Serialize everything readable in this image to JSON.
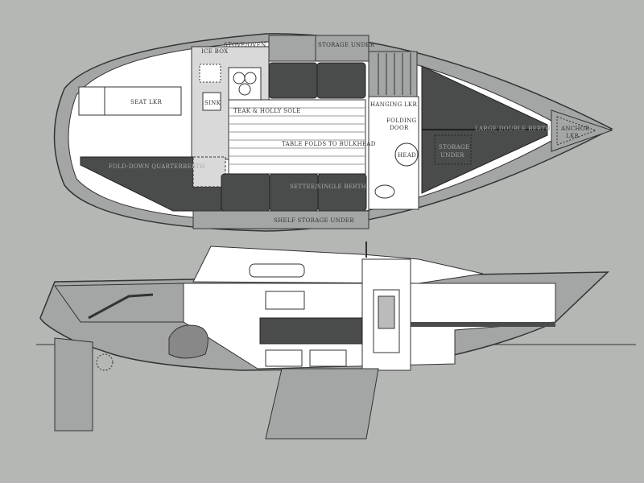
{
  "plan_view": {
    "labels": {
      "stove_oven": "STOVE/OVEN",
      "ice_box": "ICE BOX",
      "storage_under_top": "STORAGE UNDER",
      "seat_lkr": "SEAT LKR",
      "sink": "SINK",
      "teak_holly_sole": "TEAK & HOLLY SOLE",
      "hanging_lkr": "HANGING LKR",
      "folding_door_1": "FOLDING",
      "folding_door_2": "DOOR",
      "table_folds": "TABLE FOLDS TO BULKHEAD",
      "head": "HEAD",
      "double_berth": "LARGE DOUBLE BERTH",
      "storage_under_fwd_1": "STORAGE",
      "storage_under_fwd_2": "UNDER",
      "anchor_lkr_1": "ANCHOR",
      "anchor_lkr_2": "LKR",
      "quarter_berth": "FOLD-DOWN QUARTERBERTH",
      "settee_berth": "SETTEE/SINGLE BERTH",
      "shelf_storage": "SHELF STORAGE UNDER"
    }
  },
  "colors": {
    "background": "#b4b7b4",
    "cushion": "#4a4b4b",
    "hull": "#a3a6a4",
    "interior": "#ffffff"
  }
}
